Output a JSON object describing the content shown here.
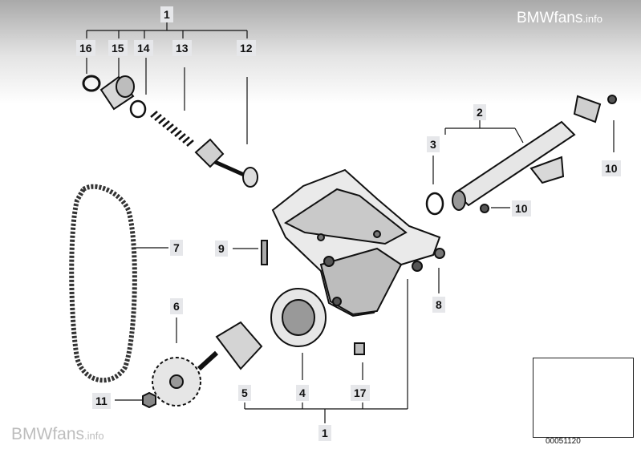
{
  "watermark": {
    "top_main": "BMWfans",
    "top_suffix": ".info",
    "bottom_main": "BMWfans",
    "bottom_suffix": ".info"
  },
  "diagram_code": "00051120",
  "labels": {
    "l1_top": "1",
    "l16": "16",
    "l15": "15",
    "l14": "14",
    "l13": "13",
    "l12": "12",
    "l2": "2",
    "l3": "3",
    "l10a": "10",
    "l10b": "10",
    "l7": "7",
    "l9": "9",
    "l8": "8",
    "l6": "6",
    "l11": "11",
    "l5": "5",
    "l4": "4",
    "l17": "17",
    "l1_bottom": "1"
  },
  "colors": {
    "label_bg": "#e6e7ea",
    "line": "#111111",
    "part_dark": "#222222",
    "part_mid": "#8a8a8a",
    "part_light": "#d6d6d6"
  }
}
